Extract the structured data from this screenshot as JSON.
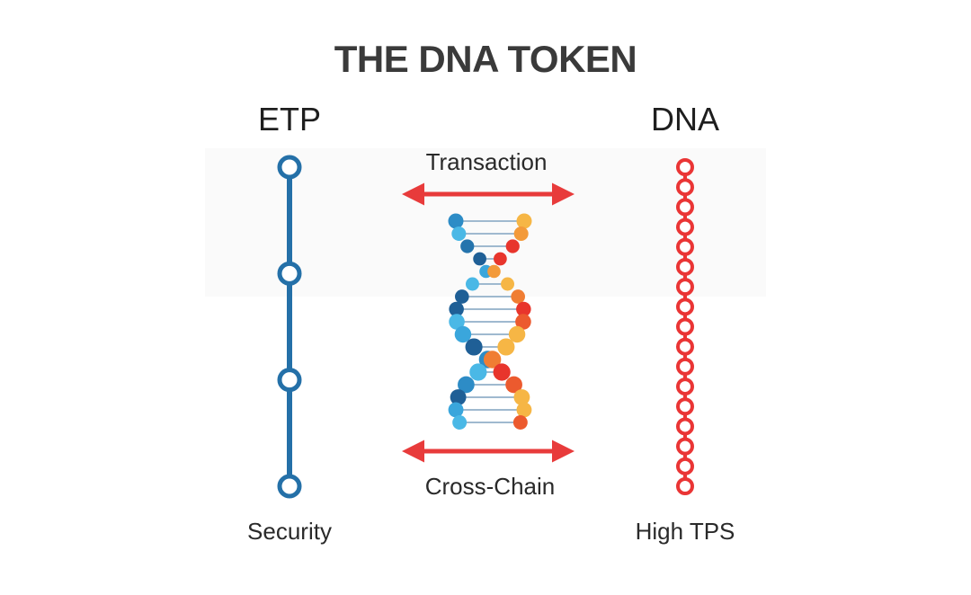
{
  "title": "THE DNA TOKEN",
  "left": {
    "heading": "ETP",
    "caption": "Security",
    "node_count": 4,
    "color": "#2470a8"
  },
  "right": {
    "heading": "DNA",
    "caption": "High TPS",
    "node_count": 17,
    "color": "#ea3535"
  },
  "center": {
    "top_label": "Transaction",
    "bottom_label": "Cross-Chain",
    "arrow_color": "#e83b3b",
    "helix_icon": "dna-helix-icon"
  }
}
